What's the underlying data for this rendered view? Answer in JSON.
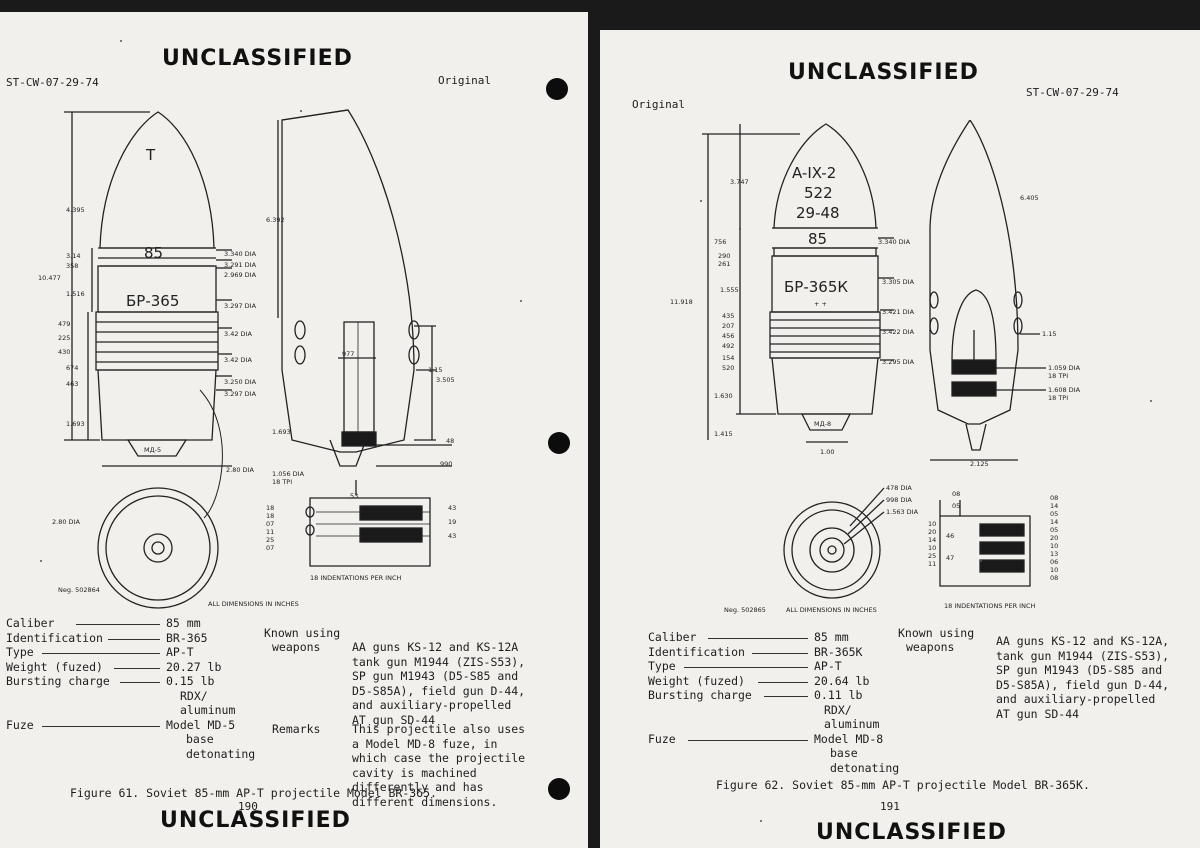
{
  "left": {
    "banner_top": "UNCLASSIFIED",
    "doc_id": "ST-CW-07-29-74",
    "status": "Original",
    "drawing": {
      "nose_mark": "T",
      "caliber_mark": "85",
      "model_mark": "БР-365",
      "fuze_mark": "МД-5",
      "neg": "Neg. 502864",
      "dims_note": "ALL DIMENSIONS IN INCHES",
      "indent_note": "18 INDENTATIONS PER INCH",
      "dims": [
        "4.395",
        "3.14",
        "358",
        "10.477",
        "1.516",
        "479",
        "225",
        "430",
        "674",
        "463",
        "1.693",
        "3.340 DIA",
        "3.291 DIA",
        "2.969 DIA",
        "3.297 DIA",
        "3.42 DIA",
        "3.42 DIA",
        "3.250 DIA",
        "3.297 DIA",
        "2.80 DIA",
        "2.80 DIA",
        "6.392",
        "3.505",
        "1.15",
        "977",
        "1.693",
        "48",
        "990",
        "1.056 DIA",
        "18 TPI",
        "53",
        "18",
        "18",
        "07",
        "11",
        "25",
        "07",
        "43",
        "19",
        "43"
      ]
    },
    "specs": [
      {
        "label": "Caliber",
        "value": "85 mm"
      },
      {
        "label": "Identification",
        "value": "BR-365"
      },
      {
        "label": "Type",
        "value": "AP-T"
      },
      {
        "label": "Weight (fuzed)",
        "value": "20.27 lb"
      },
      {
        "label": "Bursting charge",
        "value": "0.15 lb"
      },
      {
        "label": "",
        "value": "RDX/"
      },
      {
        "label": "",
        "value": "aluminum"
      },
      {
        "label": "Fuze",
        "value": "Model MD-5"
      },
      {
        "label": "",
        "value": "base"
      },
      {
        "label": "",
        "value": "detonating"
      }
    ],
    "known_label_1": "Known using",
    "known_label_2": "weapons",
    "known_text": "AA guns KS-12 and KS-12A\ntank gun M1944 (ZIS-S53),\nSP gun M1943 (D5-S85 and\nD5-S85A), field gun D-44,\nand auxiliary-propelled\nAT gun SD-44",
    "remarks_label": "Remarks",
    "remarks_text": "This projectile also uses\na Model MD-8 fuze, in\nwhich case the projectile\ncavity is machined\ndifferently and has\ndifferent dimensions.",
    "caption": "Figure 61.  Soviet 85-mm AP-T projectile Model BR-365.",
    "page_number": "190",
    "banner_bottom": "UNCLASSIFIED"
  },
  "right": {
    "banner_top": "UNCLASSIFIED",
    "doc_id": "ST-CW-07-29-74",
    "status": "Original",
    "drawing": {
      "nose_mark_1": "A-IX-2",
      "nose_mark_2": "522",
      "nose_mark_3": "29-48",
      "caliber_mark": "85",
      "model_mark": "БР-365К",
      "model_sub": "+ +",
      "fuze_mark": "МД-8",
      "neg": "Neg. 502865",
      "dims_note": "ALL DIMENSIONS IN INCHES",
      "indent_note": "18 INDENTATIONS PER INCH",
      "dims": [
        "3.747",
        "756",
        "290",
        "261",
        "11.918",
        "1.555",
        "435",
        "207",
        "456",
        "492",
        "154",
        "520",
        "1.630",
        "1.415",
        "3.340 DIA",
        "3.305 DIA",
        "3.421 DIA",
        "3.422 DIA",
        "3.295 DIA",
        "6.405",
        "1.15",
        "1.059 DIA",
        "18 TPI",
        "1.608 DIA",
        "18 TPI",
        "1.00",
        "2.125",
        "478 DIA",
        "998 DIA",
        "1.563 DIA",
        "08",
        "05",
        "10",
        "20",
        "14",
        "10",
        "25",
        "11",
        "46",
        "47",
        "08",
        "14",
        "05",
        "14",
        "05",
        "20",
        "10",
        "13",
        "06",
        "10",
        "08"
      ]
    },
    "specs": [
      {
        "label": "Caliber",
        "value": "85 mm"
      },
      {
        "label": "Identification",
        "value": "BR-365K"
      },
      {
        "label": "Type",
        "value": "AP-T"
      },
      {
        "label": "Weight (fuzed)",
        "value": "20.64 lb"
      },
      {
        "label": "Bursting charge",
        "value": "0.11 lb"
      },
      {
        "label": "",
        "value": "RDX/"
      },
      {
        "label": "",
        "value": "aluminum"
      },
      {
        "label": "Fuze",
        "value": "Model MD-8"
      },
      {
        "label": "",
        "value": "base"
      },
      {
        "label": "",
        "value": "detonating"
      }
    ],
    "known_label_1": "Known using",
    "known_label_2": "weapons",
    "known_text": "AA guns KS-12 and KS-12A,\ntank gun M1944 (ZIS-S53),\nSP gun M1943 (D5-S85 and\nD5-S85A), field gun D-44,\nand auxiliary-propelled\nAT gun SD-44",
    "caption": "Figure 62.  Soviet 85-mm AP-T projectile Model BR-365K.",
    "page_number": "191",
    "banner_bottom": "UNCLASSIFIED"
  }
}
